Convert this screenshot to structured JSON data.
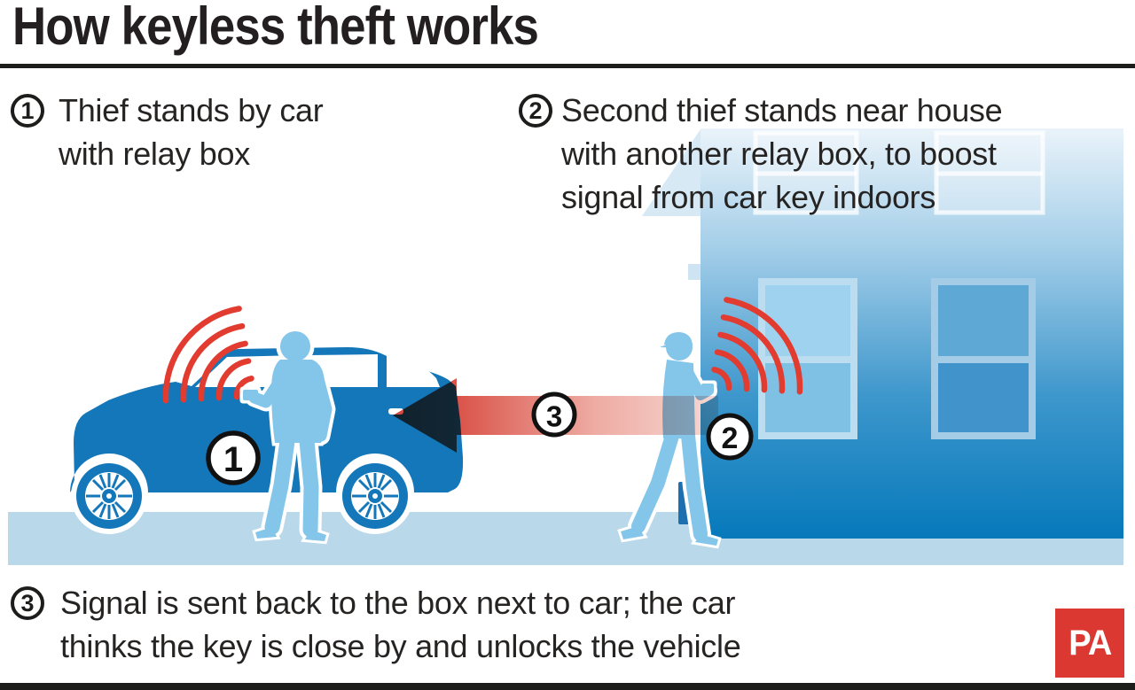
{
  "title": "How keyless theft works",
  "steps": [
    {
      "number": "1",
      "lines": [
        "Thief stands by car",
        "with relay box"
      ]
    },
    {
      "number": "2",
      "lines": [
        "Second thief stands near house",
        "with another relay box, to boost",
        "signal from car key indoors"
      ]
    },
    {
      "number": "3",
      "lines": [
        "Signal is sent back to the box next to car; the car",
        "thinks the key is close by and unlocks the vehicle"
      ]
    }
  ],
  "illustration": {
    "markers": [
      {
        "label": "1",
        "meaning": "thief with relay box beside car"
      },
      {
        "label": "2",
        "meaning": "second thief with relay box beside house"
      },
      {
        "label": "3",
        "meaning": "boosted signal relayed back to car"
      }
    ],
    "elements": [
      "car",
      "thief-by-car",
      "relay-box",
      "radio-signal-arcs",
      "house",
      "second-thief",
      "signal-arrow",
      "ground"
    ]
  },
  "logo": {
    "text": "PA"
  },
  "colors": {
    "text_dark": "#231f20",
    "accent_red": "#e23b30",
    "car_blue": "#1477b9",
    "figure_blue": "#84c5ea",
    "house_gradient_top": "#e8f2f9",
    "house_gradient_bottom": "#0679bb",
    "ground_blue": "#b9d8ea",
    "arrow_pink": "#f6d9d4",
    "pa_logo_red": "#dc3832"
  }
}
